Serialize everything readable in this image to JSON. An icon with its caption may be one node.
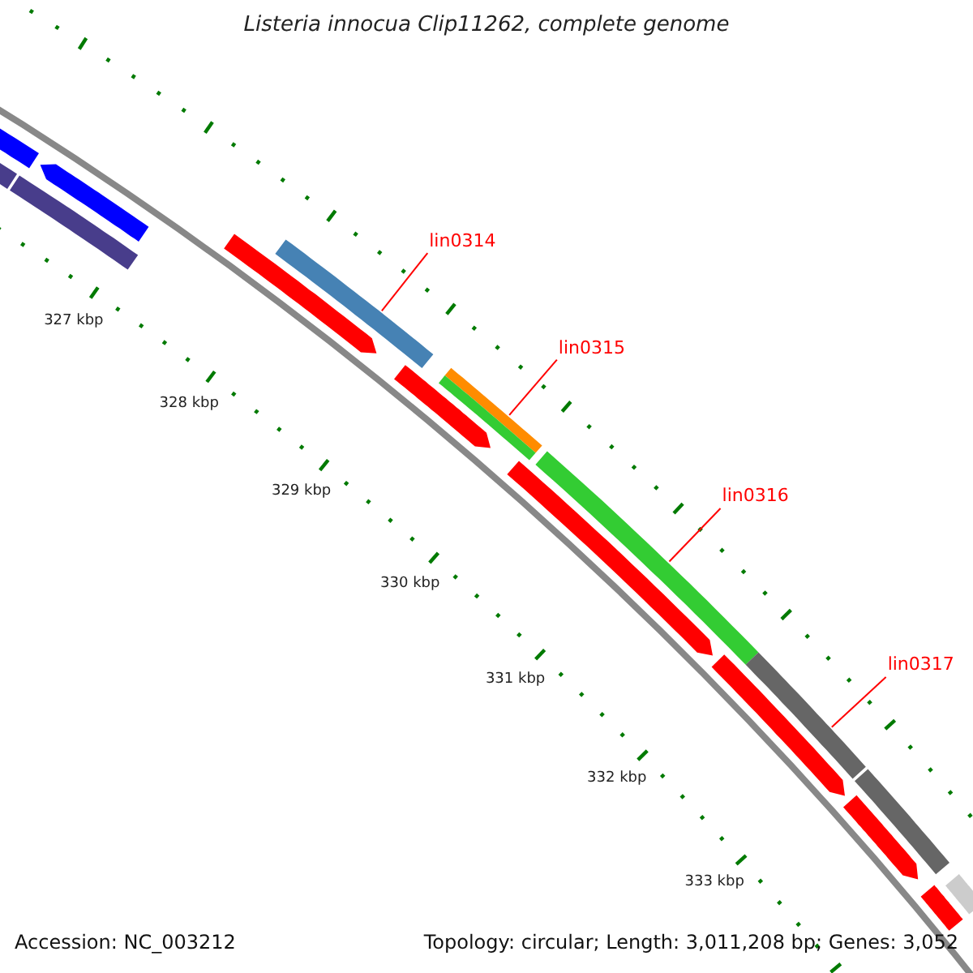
{
  "diagram": {
    "title": "Listeria innocua Clip11262, complete genome",
    "nodes": [
      {
        "text": [],
        "shape": "bar"
      },
      {
        "text": [],
        "shape": "bar"
      },
      {
        "text": [],
        "shape": "bar"
      },
      {
        "text": [],
        "shape": "bar"
      },
      {
        "text": [
          "lin0314"
        ]
      },
      {
        "text": [],
        "shape": "bar"
      },
      {
        "text": [],
        "shape": "bar"
      },
      {
        "text": [
          "lin0315"
        ]
      },
      {
        "text": [],
        "shape": "bar"
      },
      {
        "text": [],
        "shape": "bar"
      },
      {
        "text": [],
        "shape": "bar"
      },
      {
        "text": [
          "lin0316"
        ]
      },
      {
        "text": [],
        "shape": "bar"
      },
      {
        "text": [],
        "shape": "bar"
      },
      {
        "text": [
          "lin0317"
        ]
      },
      {
        "text": [],
        "shape": "bar"
      },
      {
        "text": [],
        "shape": "bar"
      },
      {
        "text": [],
        "shape": "bar"
      },
      {
        "text": [],
        "shape": "bar"
      },
      {
        "text": [],
        "shape": "bar"
      },
      {
        "text": [],
        "shape": "bar"
      }
    ],
    "edges": [
      {
        "from": 4,
        "to": 5,
        "arrow": "none"
      },
      {
        "from": 7,
        "to": 8,
        "arrow": "none"
      },
      {
        "from": 11,
        "to": 12,
        "arrow": "none"
      },
      {
        "from": 14,
        "to": 15,
        "arrow": "none"
      }
    ],
    "labels": [
      "327 kbp",
      "328 kbp",
      "329 kbp",
      "330 kbp",
      "331 kbp",
      "332 kbp",
      "333 kbp",
      "Accession: NC_003212",
      "Topology: circular; Length: 3,011,208 bp; Genes: 3,052"
    ]
  }
}
